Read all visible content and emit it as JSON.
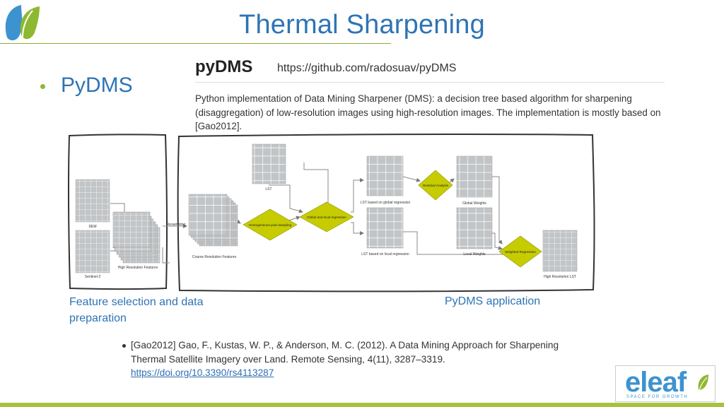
{
  "slide": {
    "title": "Thermal Sharpening",
    "bullet": "PyDMS"
  },
  "pydms": {
    "heading": "pyDMS",
    "url": "https://github.com/radosuav/pyDMS",
    "description": "Python implementation of Data Mining Sharpener (DMS): a decision tree based algorithm for sharpening (disaggregation) of low-resolution images using high-resolution images. The implementation is mostly based on [Gao2012]."
  },
  "diagram": {
    "dem": "DEM",
    "sentinel": "Sentinel-2",
    "high_res_features": "High Resolution Features",
    "resampling": "Resampling",
    "coarse_features": "Coarse Resolution Features",
    "homogeneous": "Homogeneous pixel sampling",
    "lst": "LST",
    "global_local": "Global and local regression",
    "lst_global": "LST based on global regression",
    "lst_local": "LST based on local regression",
    "residual": "Residual Analysis",
    "global_weights": "Global Weights",
    "local_weights": "Local Weights",
    "weighted": "Weighted Regression",
    "high_res_lst": "High Resolution LST",
    "colors": {
      "diamond": "#c6cc00",
      "grid": "#b9bcbe",
      "frame": "#333333"
    }
  },
  "labels": {
    "left": "Feature selection and data preparation",
    "right": "PyDMS application"
  },
  "reference": {
    "text": "[Gao2012] Gao, F., Kustas, W. P., & Anderson, M. C. (2012). A Data Mining Approach for Sharpening Thermal Satellite Imagery over Land. Remote Sensing, 4(11), 3287–3319. ",
    "link": "https://doi.org/10.3390/rs4113287"
  },
  "logo": {
    "word": "eleaf",
    "tagline": "SPACE FOR GROWTH",
    "colors": {
      "blue": "#3d93cf",
      "green": "#8fb832"
    }
  }
}
